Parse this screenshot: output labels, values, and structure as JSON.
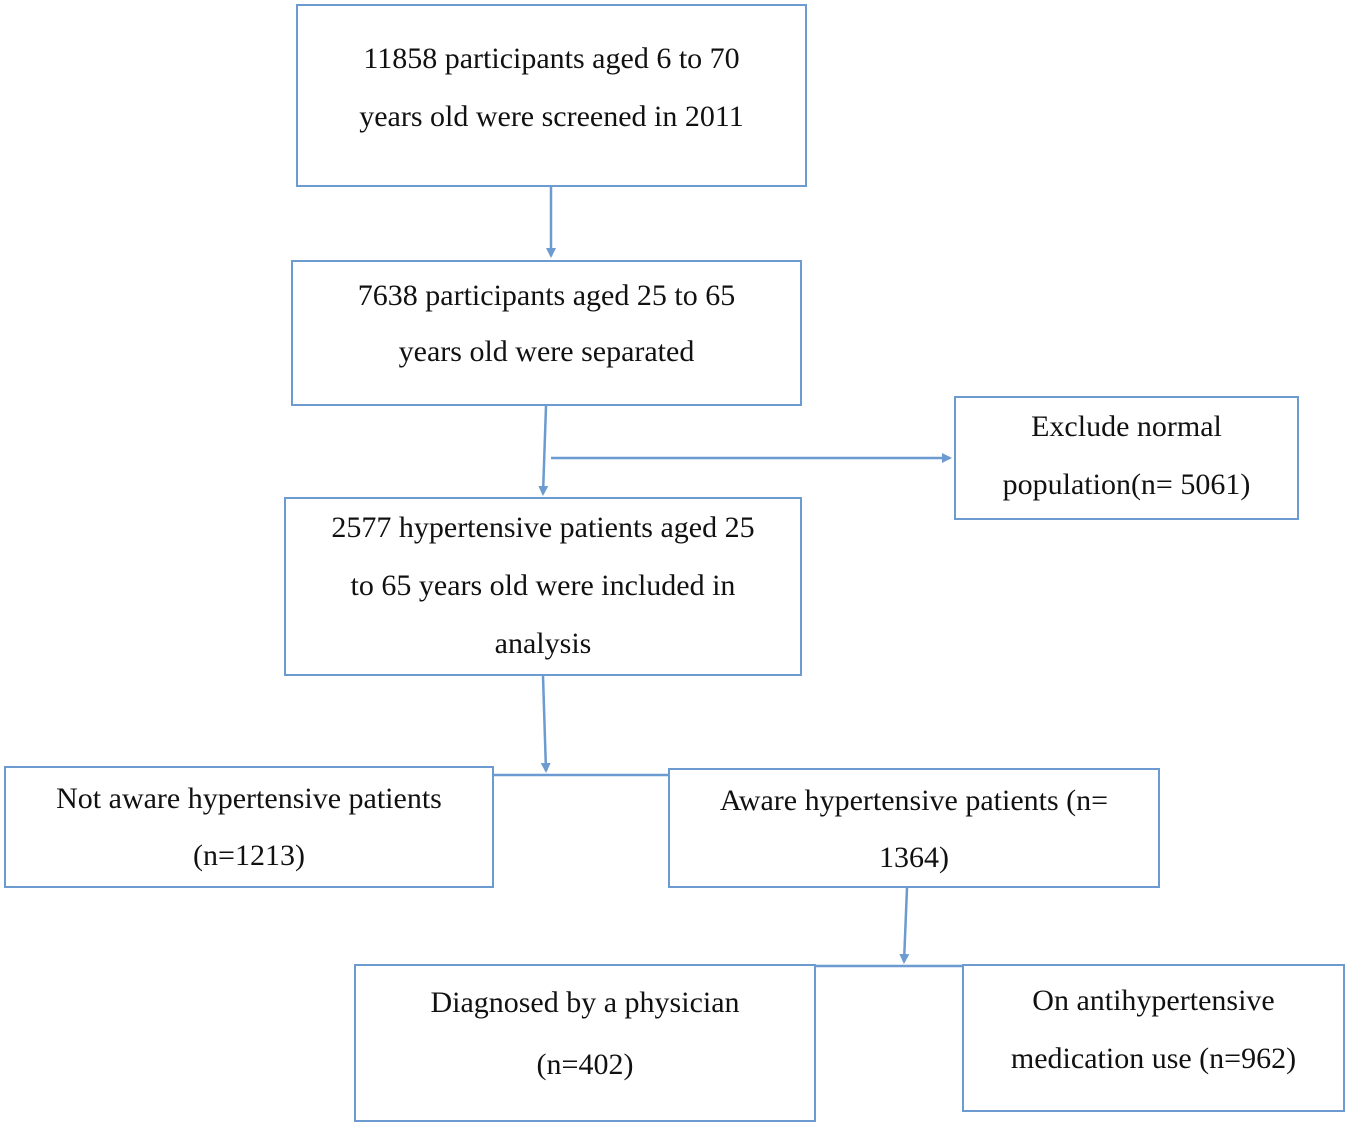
{
  "boxes": {
    "screened": {
      "lines": [
        "11858 participants aged 6 to 70",
        "years old were screened in 2011"
      ]
    },
    "separated": {
      "lines": [
        "7638 participants aged 25 to 65",
        "years old were separated"
      ]
    },
    "excluded": {
      "lines": [
        "Exclude normal",
        "population(n= 5061)"
      ]
    },
    "included": {
      "lines": [
        "2577 hypertensive patients aged 25",
        "to 65 years old were included in",
        "analysis"
      ]
    },
    "not_aware": {
      "lines": [
        "Not aware hypertensive patients",
        "(n=1213)"
      ]
    },
    "aware": {
      "lines": [
        "Aware hypertensive patients (n=",
        "1364)"
      ]
    },
    "diagnosed": {
      "lines": [
        "Diagnosed by a physician",
        "(n=402)"
      ]
    },
    "medication": {
      "lines": [
        "On antihypertensive",
        "medication use (n=962)"
      ]
    }
  },
  "colors": {
    "stroke": "#6b9bd0",
    "text": "#111111"
  }
}
